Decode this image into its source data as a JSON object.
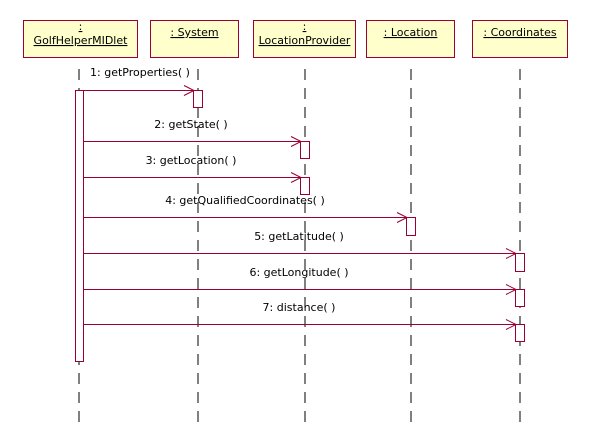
{
  "diagram_type": "sequence",
  "colors": {
    "box_fill": "#ffffcc",
    "box_border": "#990033",
    "line": "#990033",
    "lifeline": "#000000",
    "background": "#ffffff"
  },
  "participants": [
    {
      "id": "golfhelper",
      "label_lines": [
        ":",
        "GolfHelperMIDlet"
      ]
    },
    {
      "id": "system",
      "label_lines": [
        ": System"
      ]
    },
    {
      "id": "locprovider",
      "label_lines": [
        ":",
        "LocationProvider"
      ]
    },
    {
      "id": "location",
      "label_lines": [
        ": Location"
      ]
    },
    {
      "id": "coordinates",
      "label_lines": [
        ": Coordinates"
      ]
    }
  ],
  "messages": [
    {
      "number": 1,
      "label": "1: getProperties( )",
      "from": "golfhelper",
      "to": "system"
    },
    {
      "number": 2,
      "label": "2: getState( )",
      "from": "golfhelper",
      "to": "locprovider"
    },
    {
      "number": 3,
      "label": "3: getLocation( )",
      "from": "golfhelper",
      "to": "locprovider"
    },
    {
      "number": 4,
      "label": "4: getQualifiedCoordinates( )",
      "from": "golfhelper",
      "to": "location"
    },
    {
      "number": 5,
      "label": "5: getLatitude( )",
      "from": "golfhelper",
      "to": "coordinates"
    },
    {
      "number": 6,
      "label": "6: getLongitude( )",
      "from": "golfhelper",
      "to": "coordinates"
    },
    {
      "number": 7,
      "label": "7: distance( )",
      "from": "golfhelper",
      "to": "coordinates"
    }
  ]
}
